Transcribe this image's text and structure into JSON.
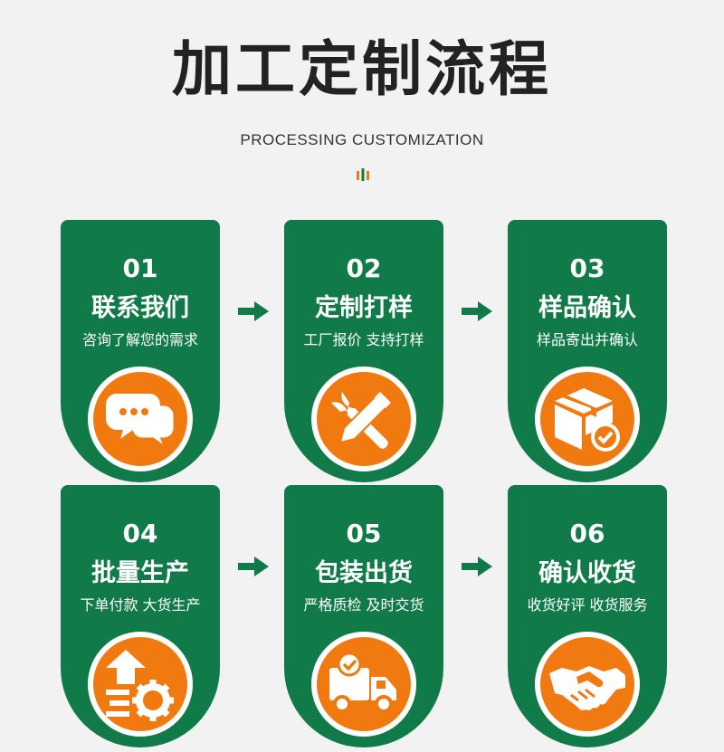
{
  "header": {
    "title": "加工定制流程",
    "subtitle": "PROCESSING CUSTOMIZATION"
  },
  "steps": [
    {
      "num": "01",
      "name": "联系我们",
      "desc": "咨询了解您的需求",
      "icon": "chat-bubbles-icon"
    },
    {
      "num": "02",
      "name": "定制打样",
      "desc": "工厂报价 支持打样",
      "icon": "tools-icon"
    },
    {
      "num": "03",
      "name": "样品确认",
      "desc": "样品寄出并确认",
      "icon": "box-check-icon"
    },
    {
      "num": "04",
      "name": "批量生产",
      "desc": "下单付款 大货生产",
      "icon": "production-gear-icon"
    },
    {
      "num": "05",
      "name": "包装出货",
      "desc": "严格质检 及时交货",
      "icon": "delivery-truck-icon"
    },
    {
      "num": "06",
      "name": "确认收货",
      "desc": "收货好评 收货服务",
      "icon": "handshake-icon"
    }
  ],
  "colors": {
    "card_green": "#107a48",
    "icon_orange": "#f07a10",
    "title_dark": "#222222",
    "background": "#f2f2f2"
  }
}
